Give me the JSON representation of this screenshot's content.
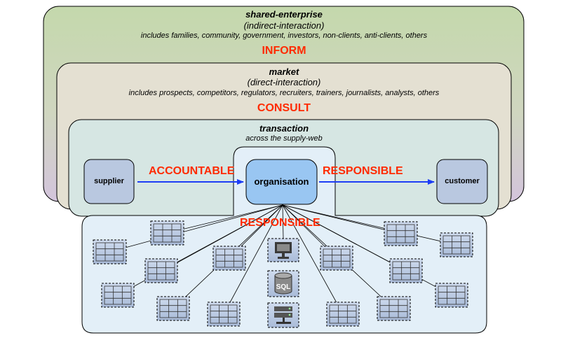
{
  "layers": {
    "shared_enterprise": {
      "title": "shared-enterprise",
      "subtitle": "(indirect-interaction)",
      "note": "includes families, community, government, investors, non-clients, anti-clients, others",
      "relation": "INFORM"
    },
    "market": {
      "title": "market",
      "subtitle": "(direct-interaction)",
      "note": "includes prospects, competitors, regulators, recruiters, trainers, journalists, analysts, others",
      "relation": "CONSULT"
    },
    "transaction": {
      "title": "transaction",
      "note": "across the supply-web"
    }
  },
  "nodes": {
    "supplier": "supplier",
    "organisation": "organisation",
    "customer": "customer"
  },
  "relations": {
    "supplier_to_org": "ACCOUNTABLE",
    "org_to_customer": "RESPONSIBLE",
    "org_internal": "RESPONSIBLE"
  },
  "icons": {
    "monitor": "monitor-icon",
    "database": "database-icon",
    "server": "server-icon",
    "unit": "grid-unit-icon"
  },
  "colors": {
    "outer": "#c6d8b2",
    "market": "#e4e0d2",
    "transaction": "#d6e6e3",
    "internal": "#e3eff8",
    "node": "#b9c8e0",
    "organisation": "#99c6f2",
    "arrow": "#1d3df5",
    "relation_text": "#ff2a00"
  }
}
